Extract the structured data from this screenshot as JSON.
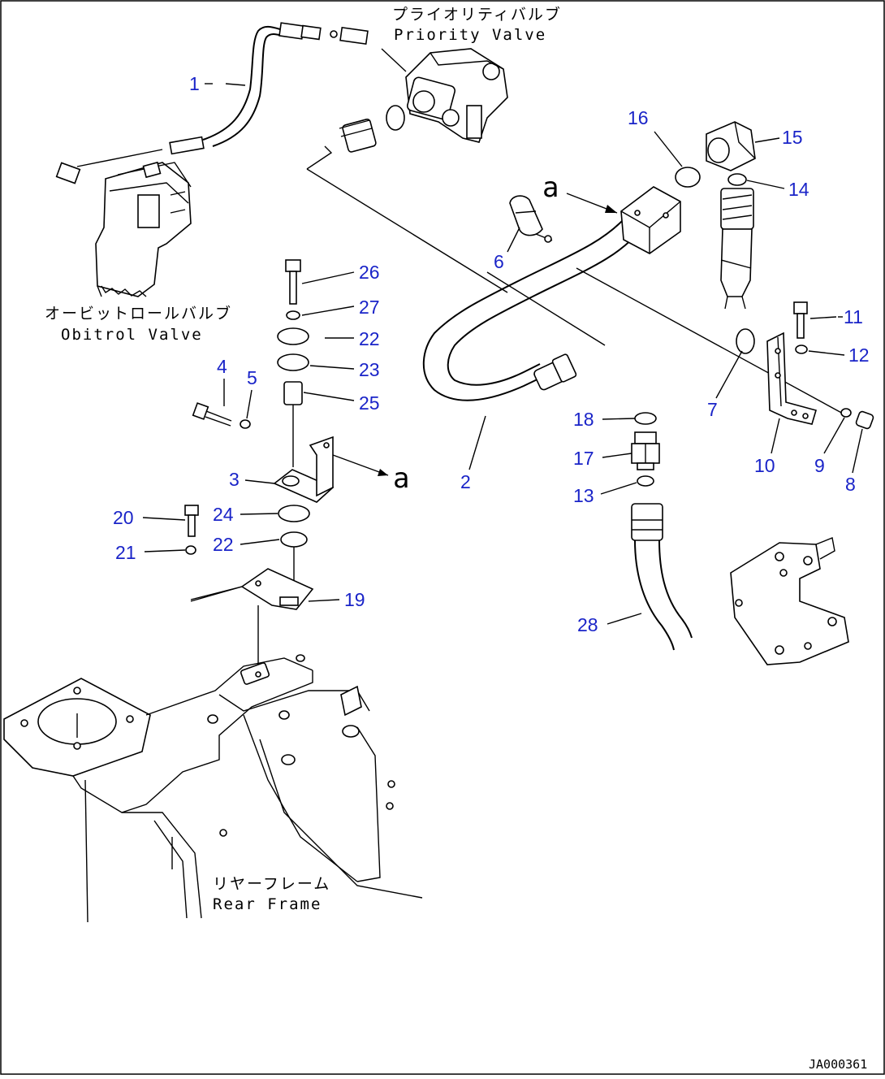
{
  "labels": {
    "priority_valve_jp": "プライオリティバルブ",
    "priority_valve_en": "Priority Valve",
    "obitrol_valve_jp": "オービットロールバルブ",
    "obitrol_valve_en": "Obitrol Valve",
    "rear_frame_jp": "リヤーフレーム",
    "rear_frame_en": "Rear Frame",
    "ref_a_top": "a",
    "ref_a_mid": "a",
    "drawing_code": "JA000361"
  },
  "callouts": [
    {
      "id": "1",
      "text": "1"
    },
    {
      "id": "2",
      "text": "2"
    },
    {
      "id": "3",
      "text": "3"
    },
    {
      "id": "4",
      "text": "4"
    },
    {
      "id": "5",
      "text": "5"
    },
    {
      "id": "6",
      "text": "6"
    },
    {
      "id": "7",
      "text": "7"
    },
    {
      "id": "8",
      "text": "8"
    },
    {
      "id": "9",
      "text": "9"
    },
    {
      "id": "10",
      "text": "10"
    },
    {
      "id": "11",
      "text": "11"
    },
    {
      "id": "12",
      "text": "12"
    },
    {
      "id": "13",
      "text": "13"
    },
    {
      "id": "14",
      "text": "14"
    },
    {
      "id": "15",
      "text": "15"
    },
    {
      "id": "16",
      "text": "16"
    },
    {
      "id": "17",
      "text": "17"
    },
    {
      "id": "18",
      "text": "18"
    },
    {
      "id": "19",
      "text": "19"
    },
    {
      "id": "20",
      "text": "20"
    },
    {
      "id": "21",
      "text": "21"
    },
    {
      "id": "22a",
      "text": "22"
    },
    {
      "id": "22b",
      "text": "22"
    },
    {
      "id": "23",
      "text": "23"
    },
    {
      "id": "24",
      "text": "24"
    },
    {
      "id": "25",
      "text": "25"
    },
    {
      "id": "26",
      "text": "26"
    },
    {
      "id": "27",
      "text": "27"
    },
    {
      "id": "28",
      "text": "28"
    }
  ]
}
